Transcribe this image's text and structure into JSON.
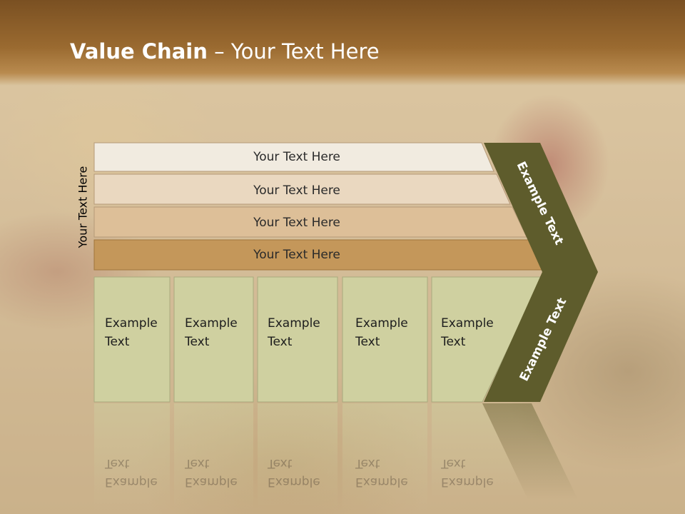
{
  "title": {
    "bold": "Value Chain",
    "rest": " – Your Text Here"
  },
  "side_label": "Your Text Here",
  "bands": [
    {
      "label": "Your Text Here",
      "color": "#f1ebe0"
    },
    {
      "label": "Your Text Here",
      "color": "#ead8c0"
    },
    {
      "label": "Your Text Here",
      "color": "#ddbf98"
    },
    {
      "label": "Your Text Here",
      "color": "#c4975a"
    }
  ],
  "cells": [
    {
      "line1": "Example",
      "line2": "Text"
    },
    {
      "line1": "Example",
      "line2": "Text"
    },
    {
      "line1": "Example",
      "line2": "Text"
    },
    {
      "line1": "Example",
      "line2": "Text"
    },
    {
      "line1": "Example",
      "line2": "Text"
    }
  ],
  "chevron": {
    "upper": "Example Text",
    "lower": "Example Text",
    "color": "#5e5c2c"
  },
  "cell_color": "#cfd0a0"
}
